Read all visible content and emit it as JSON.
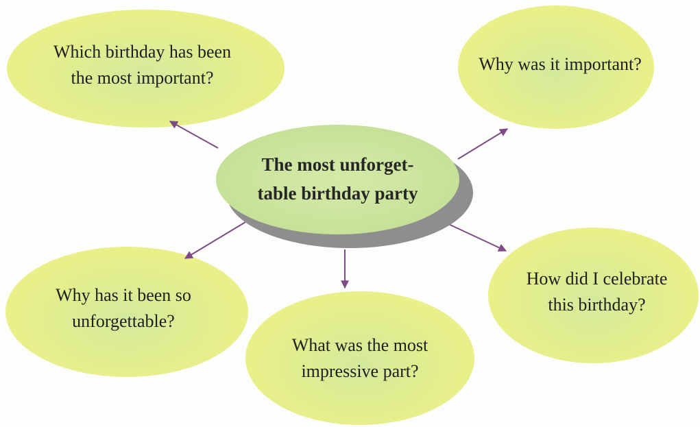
{
  "center": {
    "line1": "The most unforget-",
    "line2": "table birthday party"
  },
  "bubbles": {
    "top_left": {
      "line1": "Which birthday has been",
      "line2": "the most important?"
    },
    "top_right": {
      "line1": "Why was it important?"
    },
    "bottom_left": {
      "line1": "Why has it been so",
      "line2": "unforgettable?"
    },
    "bottom_middle": {
      "line1": "What was the most",
      "line2": "impressive part?"
    },
    "bottom_right": {
      "line1": "How did I celebrate",
      "line2": "this birthday?"
    }
  },
  "colors": {
    "arrow": "#7d4a86",
    "bubble": "#e2ee8e",
    "center": "#c9e39a",
    "center_shadow": "#8e8e8e"
  }
}
